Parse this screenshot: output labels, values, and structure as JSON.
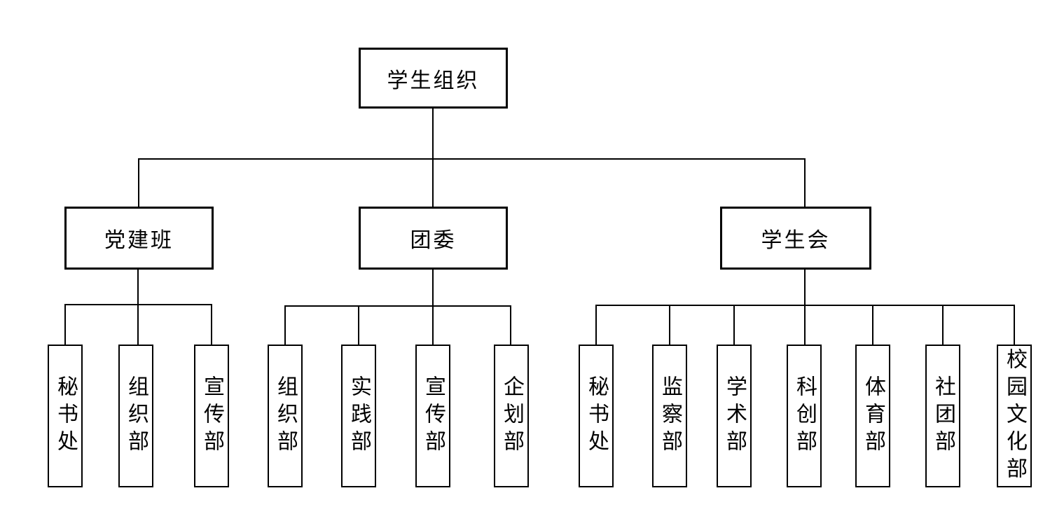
{
  "colors": {
    "background": "#ffffff",
    "line": "#000000",
    "box_border": "#000000",
    "text": "#000000"
  },
  "tree": {
    "root": "学生组织",
    "branches": [
      {
        "label": "党建班",
        "children": [
          "秘书处",
          "组织部",
          "宣传部"
        ]
      },
      {
        "label": "团委",
        "children": [
          "组织部",
          "实践部",
          "宣传部",
          "企划部"
        ]
      },
      {
        "label": "学生会",
        "children": [
          "秘书处",
          "监察部",
          "学术部",
          "科创部",
          "体育部",
          "社团部",
          "校园文化部"
        ]
      }
    ]
  }
}
